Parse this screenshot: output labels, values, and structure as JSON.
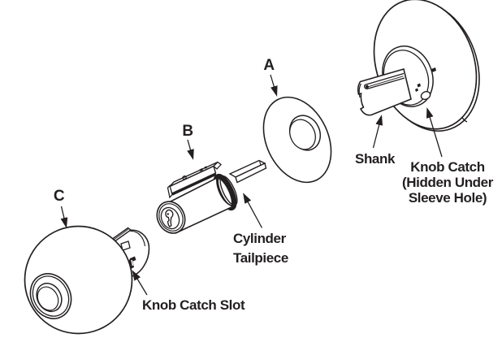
{
  "diagram": {
    "type": "exploded-view technical line drawing of a knob lock assembly",
    "background_color": "#ffffff",
    "line_color": "#231f20",
    "part_labels": {
      "a": "A",
      "b": "B",
      "c": "C"
    },
    "callouts": {
      "shank": "Shank",
      "knob_catch_line1": "Knob Catch",
      "knob_catch_line2": "(Hidden Under",
      "knob_catch_line3": "Sleeve Hole)",
      "tailpiece_line1": "Cylinder",
      "tailpiece_line2": "Tailpiece",
      "knob_catch_slot": "Knob Catch Slot"
    }
  }
}
